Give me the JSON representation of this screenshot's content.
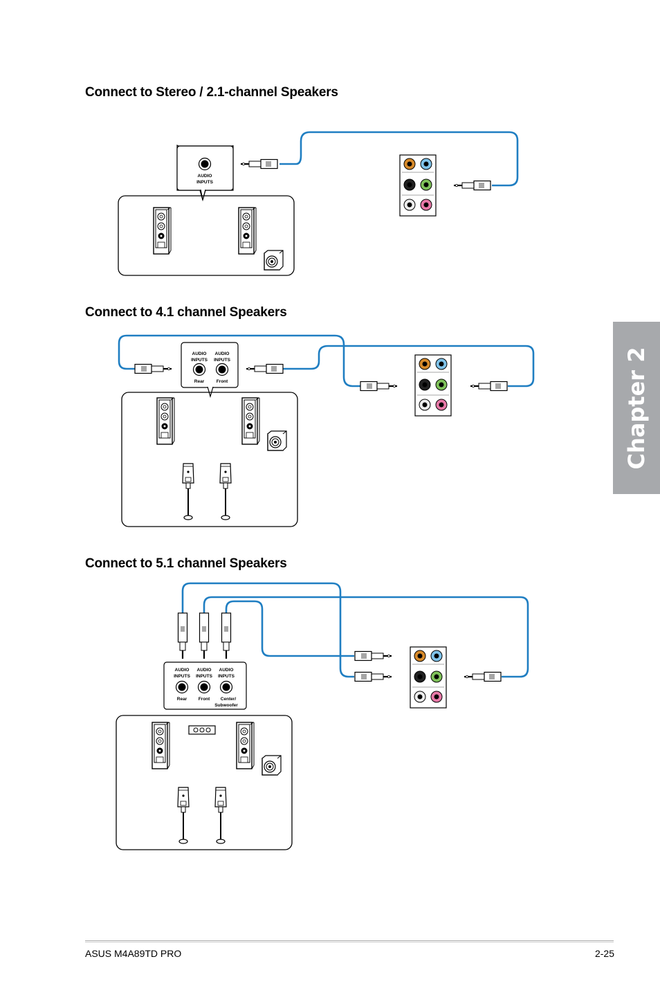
{
  "sections": [
    {
      "heading": "Connect to Stereo / 2.1-channel Speakers"
    },
    {
      "heading": "Connect to 4.1 channel Speakers"
    },
    {
      "heading": "Connect to 5.1 channel Speakers"
    }
  ],
  "labels": {
    "audio_line1": "AUDIO",
    "audio_line2": "INPUTS",
    "rear": "Rear",
    "front": "Front",
    "center_line1": "Center/",
    "center_line2": "Subwoofer"
  },
  "chapter_tab": "Chapter 2",
  "footer": {
    "left": "ASUS M4A89TD PRO",
    "right": "2-25"
  },
  "colors": {
    "cable": "#1f7ec2",
    "jack_orange": "#d78a2a",
    "jack_blue": "#7fc3ea",
    "jack_black": "#222222",
    "jack_green": "#7fc25a",
    "jack_gray": "#eeeeee",
    "jack_pink": "#e879a8",
    "tab_gray": "#a7a9ac"
  },
  "icons": [
    "audio-jack-panel-icon",
    "audio-plug-icon",
    "tower-speaker-icon",
    "subwoofer-icon",
    "satellite-speaker-icon",
    "center-speaker-icon"
  ]
}
